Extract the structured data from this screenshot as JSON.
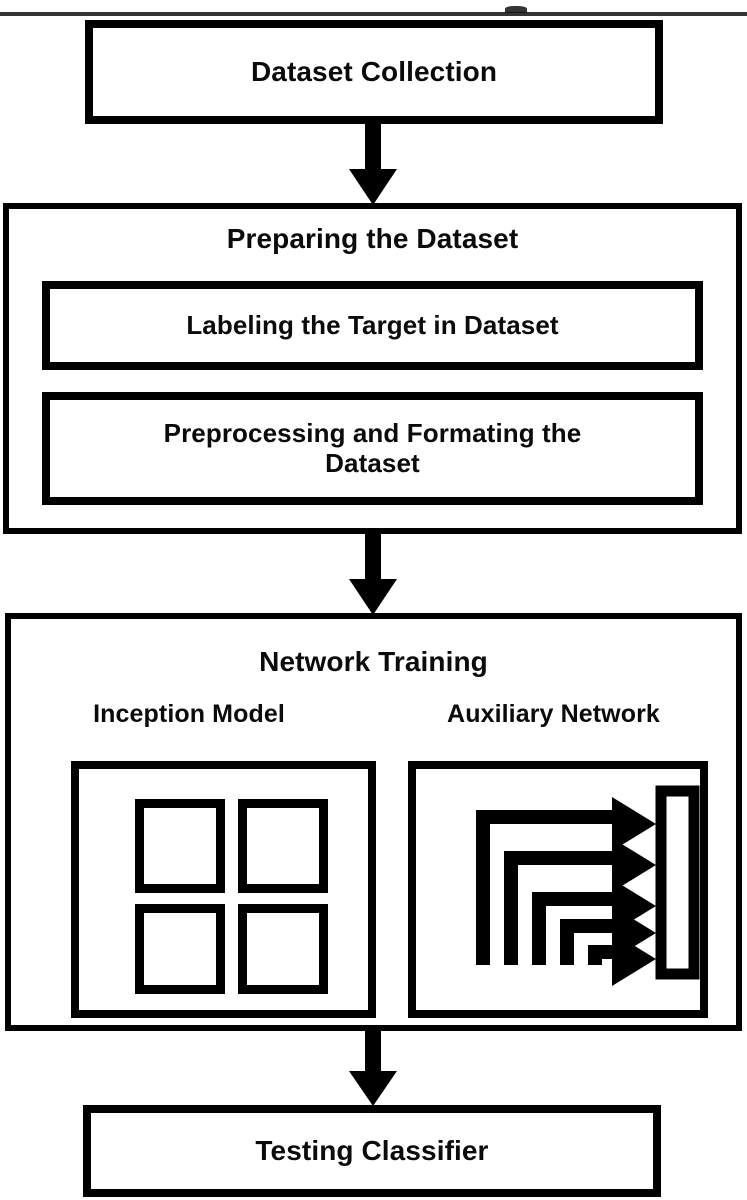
{
  "diagram": {
    "title": "Network Training Pipeline Flowchart",
    "background_color": "#ffffff",
    "stroke_color": "#000000",
    "text_color": "#0b0b0b",
    "nodes": [
      {
        "id": "dataset-collection",
        "label": "Dataset Collection",
        "type": "process-box"
      },
      {
        "id": "preparing-dataset",
        "label": "Preparing the Dataset",
        "type": "group-box",
        "children": [
          {
            "id": "labeling-target",
            "label": "Labeling the Target in Dataset",
            "type": "process-box"
          },
          {
            "id": "preprocessing-formating",
            "label": "Preprocessing and Formating the\nDataset",
            "type": "process-box"
          }
        ]
      },
      {
        "id": "network-training",
        "label": "Network Training",
        "type": "group-box",
        "children": [
          {
            "id": "inception-model",
            "label": "Inception Model",
            "type": "illustration-box",
            "art": "four-square-grid"
          },
          {
            "id": "auxiliary-network",
            "label": "Auxiliary Network",
            "type": "illustration-box",
            "art": "five-arrow-fan"
          }
        ]
      },
      {
        "id": "testing-classifier",
        "label": "Testing Classifier",
        "type": "process-box"
      }
    ],
    "edges": [
      {
        "id": "edge-1",
        "from": "dataset-collection",
        "to": "preparing-dataset",
        "marker": "arrow-down-icon"
      },
      {
        "id": "edge-2",
        "from": "preparing-dataset",
        "to": "network-training",
        "marker": "arrow-down-icon"
      },
      {
        "id": "edge-3",
        "from": "network-training",
        "to": "testing-classifier",
        "marker": "arrow-down-icon"
      }
    ],
    "art": {
      "four_square_grid": {
        "cells": 4,
        "rows": 2,
        "cols": 2
      },
      "five_arrow_fan": {
        "arrows": 5,
        "target": "vertical-bar"
      }
    }
  }
}
